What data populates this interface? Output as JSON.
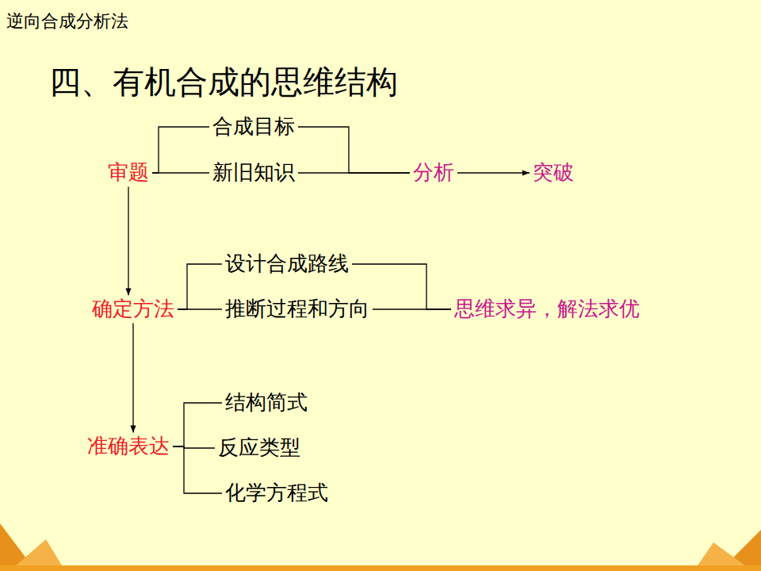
{
  "diagram": {
    "title": "四、有机合成的思维结构",
    "nodes": [
      {
        "text": [
          "审题"
        ]
      },
      {
        "text": [
          "合成目标"
        ]
      },
      {
        "text": [
          "新旧知识"
        ]
      },
      {
        "text": [
          "分析"
        ]
      },
      {
        "text": [
          "突破"
        ]
      },
      {
        "text": [
          "确定方法"
        ]
      },
      {
        "text": [
          "设计合成路线"
        ]
      },
      {
        "text": [
          "推断过程和方向"
        ]
      },
      {
        "text": [
          "思维求异，解法求优"
        ]
      },
      {
        "text": [
          "准确表达"
        ]
      },
      {
        "text": [
          "结构简式"
        ]
      },
      {
        "text": [
          "反应类型"
        ]
      },
      {
        "text": [
          "化学方程式"
        ]
      }
    ],
    "edges": [
      {
        "from": 0,
        "to": 1,
        "arrow": "none"
      },
      {
        "from": 0,
        "to": 2,
        "arrow": "none"
      },
      {
        "from": 1,
        "to": 3,
        "arrow": "none"
      },
      {
        "from": 2,
        "to": 3,
        "arrow": "none"
      },
      {
        "from": 3,
        "to": 4,
        "arrow": "to"
      },
      {
        "from": 0,
        "to": 5,
        "arrow": "to"
      },
      {
        "from": 5,
        "to": 6,
        "arrow": "none"
      },
      {
        "from": 5,
        "to": 7,
        "arrow": "none"
      },
      {
        "from": 6,
        "to": 8,
        "arrow": "none"
      },
      {
        "from": 7,
        "to": 8,
        "arrow": "none"
      },
      {
        "from": 5,
        "to": 9,
        "arrow": "to"
      },
      {
        "from": 9,
        "to": 10,
        "arrow": "none"
      },
      {
        "from": 9,
        "to": 11,
        "arrow": "none"
      },
      {
        "from": 9,
        "to": 12,
        "arrow": "none"
      }
    ],
    "labels": [
      "逆向合成分析法"
    ]
  }
}
